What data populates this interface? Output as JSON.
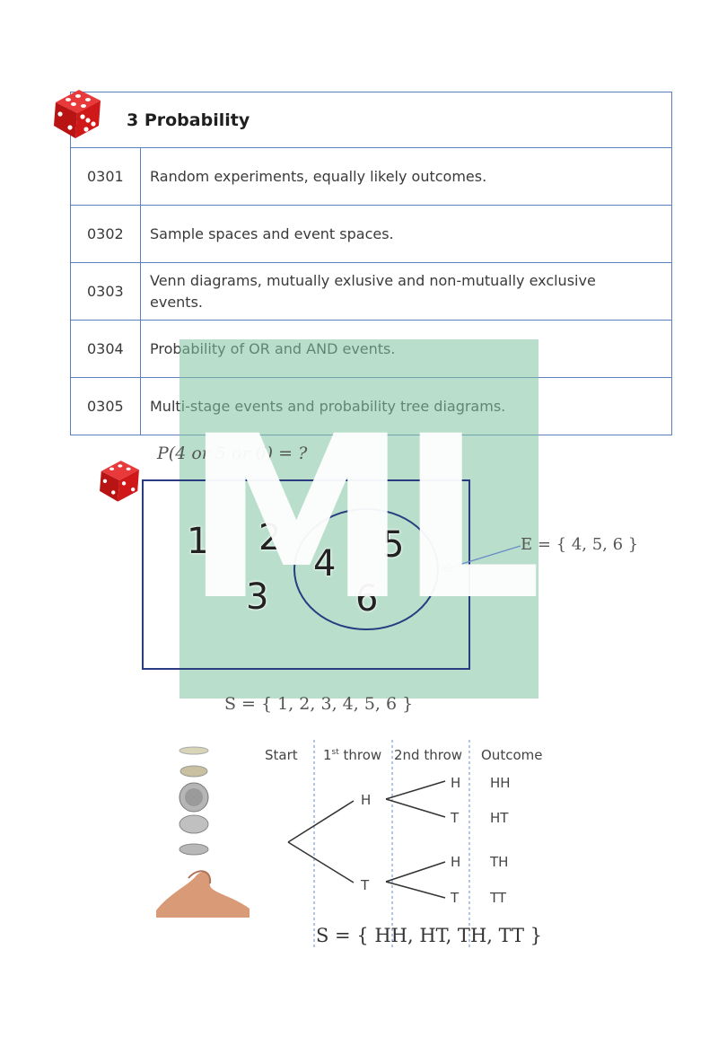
{
  "topic": {
    "title": "3 Probability"
  },
  "topics": [
    {
      "code": "0301",
      "description": "Random experiments, equally likely outcomes."
    },
    {
      "code": "0302",
      "description": "Sample spaces and event spaces."
    },
    {
      "code": "0303",
      "description": "Venn diagrams, mutually exlusive and non-mutually exclusive events."
    },
    {
      "code": "0304",
      "description": "Probability of OR and AND events."
    },
    {
      "code": "0305",
      "description": "Multi-stage events and probability tree diagrams."
    }
  ],
  "venn": {
    "question": "P(4 or 5 or 6) = ?",
    "outside_numbers": [
      "1",
      "2",
      "3"
    ],
    "inside_numbers": [
      "4",
      "5",
      "6"
    ],
    "event_label": "E = { 4, 5, 6 }",
    "sample_space": "S = { 1, 2, 3, 4, 5, 6 }"
  },
  "tree": {
    "headers": {
      "start": "Start",
      "first": "1st throw",
      "first_sup": "st",
      "second": "2nd throw",
      "outcome": "Outcome"
    },
    "first_throw": [
      "H",
      "T"
    ],
    "second_throw": [
      "H",
      "T",
      "H",
      "T"
    ],
    "outcomes": [
      "HH",
      "HT",
      "TH",
      "TT"
    ],
    "sample_space": "S = { HH, HT, TH, TT }"
  },
  "watermark": "ML",
  "colors": {
    "table_border": "#5b7fbf",
    "dice": "#d01818",
    "watermark": "#80c4a3",
    "venn": "#2a3c80"
  }
}
